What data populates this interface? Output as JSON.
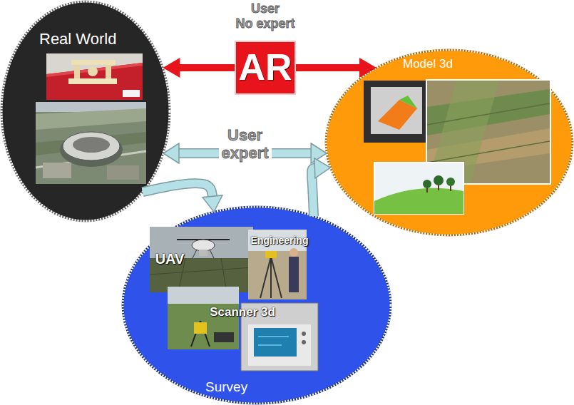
{
  "diagram": {
    "nodes": [
      {
        "text": [
          "Real World"
        ]
      },
      {
        "text": [
          "Model 3d"
        ]
      },
      {
        "text": [
          "Survey"
        ]
      },
      {
        "text": [
          "AR"
        ]
      }
    ],
    "edges": [
      {
        "from": 3,
        "to": 0,
        "arrow": "to"
      },
      {
        "from": 3,
        "to": 1,
        "arrow": "to"
      },
      {
        "from": 0,
        "to": 1,
        "label": "User expert",
        "arrow": "both"
      },
      {
        "from": 0,
        "to": 2,
        "arrow": "to"
      },
      {
        "from": 2,
        "to": 1,
        "arrow": "to"
      }
    ],
    "labels": [
      "User No expert",
      "UAV",
      "Engineering",
      "Scanner 3d"
    ]
  }
}
